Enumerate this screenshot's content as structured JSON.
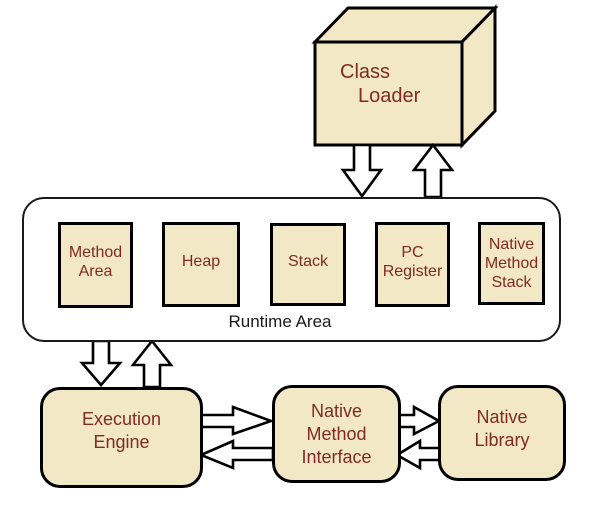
{
  "diagram": {
    "background_color": "#ffffff",
    "colors": {
      "node_fill": "#f2e8c5",
      "node_border": "#000000",
      "node_text": "#802a26",
      "area_label_text": "#1a1a1a",
      "arrow_fill": "#ffffff",
      "arrow_stroke": "#000000"
    },
    "class_loader": {
      "label": "Class Loader",
      "lines": [
        "Class",
        "Loader"
      ]
    },
    "runtime_area": {
      "label": "Runtime Area",
      "boxes": [
        {
          "id": "method-area",
          "label": "Method Area",
          "lines": [
            "Method",
            "Area"
          ]
        },
        {
          "id": "heap",
          "label": "Heap",
          "lines": [
            "Heap"
          ]
        },
        {
          "id": "stack",
          "label": "Stack",
          "lines": [
            "Stack"
          ]
        },
        {
          "id": "pc-register",
          "label": "PC Register",
          "lines": [
            "PC",
            "Register"
          ]
        },
        {
          "id": "native-method-stack",
          "label": "Native Method Stack",
          "lines": [
            "Native",
            "Method",
            "Stack"
          ]
        }
      ]
    },
    "execution_engine": {
      "label": "Execution Engine",
      "lines": [
        "Execution",
        "Engine"
      ]
    },
    "native_method_interface": {
      "label": "Native Method Interface",
      "lines": [
        "Native",
        "Method",
        "Interface"
      ]
    },
    "native_library": {
      "label": "Native Library",
      "lines": [
        "Native",
        "Library"
      ]
    },
    "arrows": [
      {
        "id": "class-loader-to-runtime",
        "direction": "down"
      },
      {
        "id": "runtime-to-class-loader",
        "direction": "up"
      },
      {
        "id": "runtime-to-execution-engine",
        "direction": "down"
      },
      {
        "id": "execution-engine-to-runtime",
        "direction": "up"
      },
      {
        "id": "execution-engine-to-nmi",
        "direction": "right"
      },
      {
        "id": "nmi-to-execution-engine",
        "direction": "left"
      },
      {
        "id": "nmi-to-native-library",
        "direction": "right"
      },
      {
        "id": "native-library-to-nmi",
        "direction": "left"
      }
    ]
  }
}
